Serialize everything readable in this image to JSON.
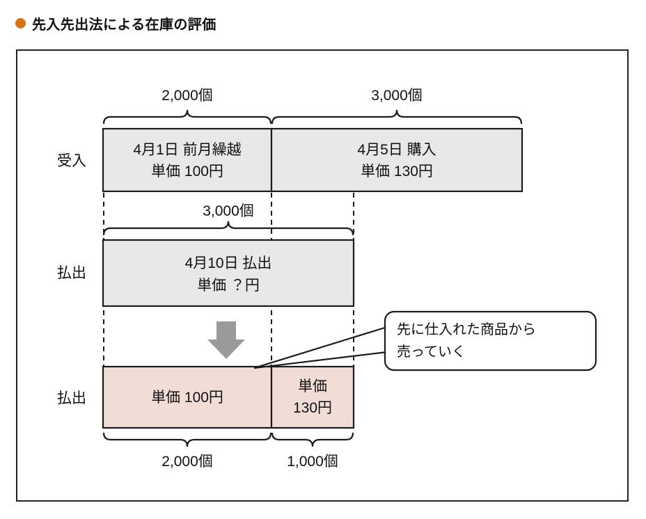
{
  "title": {
    "bullet_color": "#d4751a",
    "text": "先入先出法による在庫の評価"
  },
  "colors": {
    "receipt_box_fill": "#e8e8e8",
    "issue_box_fill": "#e8e8e8",
    "result_box_fill": "#f2ddd6",
    "line": "#1a1a1a",
    "arrow": "#9a9a9a",
    "frame": "#222222"
  },
  "rows": [
    {
      "label": "受入",
      "top_quantities": [
        "2,000個",
        "3,000個"
      ],
      "boxes": [
        {
          "line1": "4月1日 前月繰越",
          "line2": "単価 100円"
        },
        {
          "line1": "4月5日 購入",
          "line2": "単価 130円"
        }
      ]
    },
    {
      "label": "払出",
      "top_quantities": [
        "3,000個"
      ],
      "boxes": [
        {
          "line1": "4月10日 払出",
          "line2": "単価 ？円"
        }
      ]
    },
    {
      "label": "払出",
      "boxes": [
        {
          "line1": "単価 100円",
          "line2": ""
        },
        {
          "line1": "単価",
          "line2": "130円"
        }
      ],
      "bottom_quantities": [
        "2,000個",
        "1,000個"
      ]
    }
  ],
  "callout": {
    "line1": "先に仕入れた商品から",
    "line2": "売っていく"
  },
  "arrow_icon": "down-arrow-icon"
}
